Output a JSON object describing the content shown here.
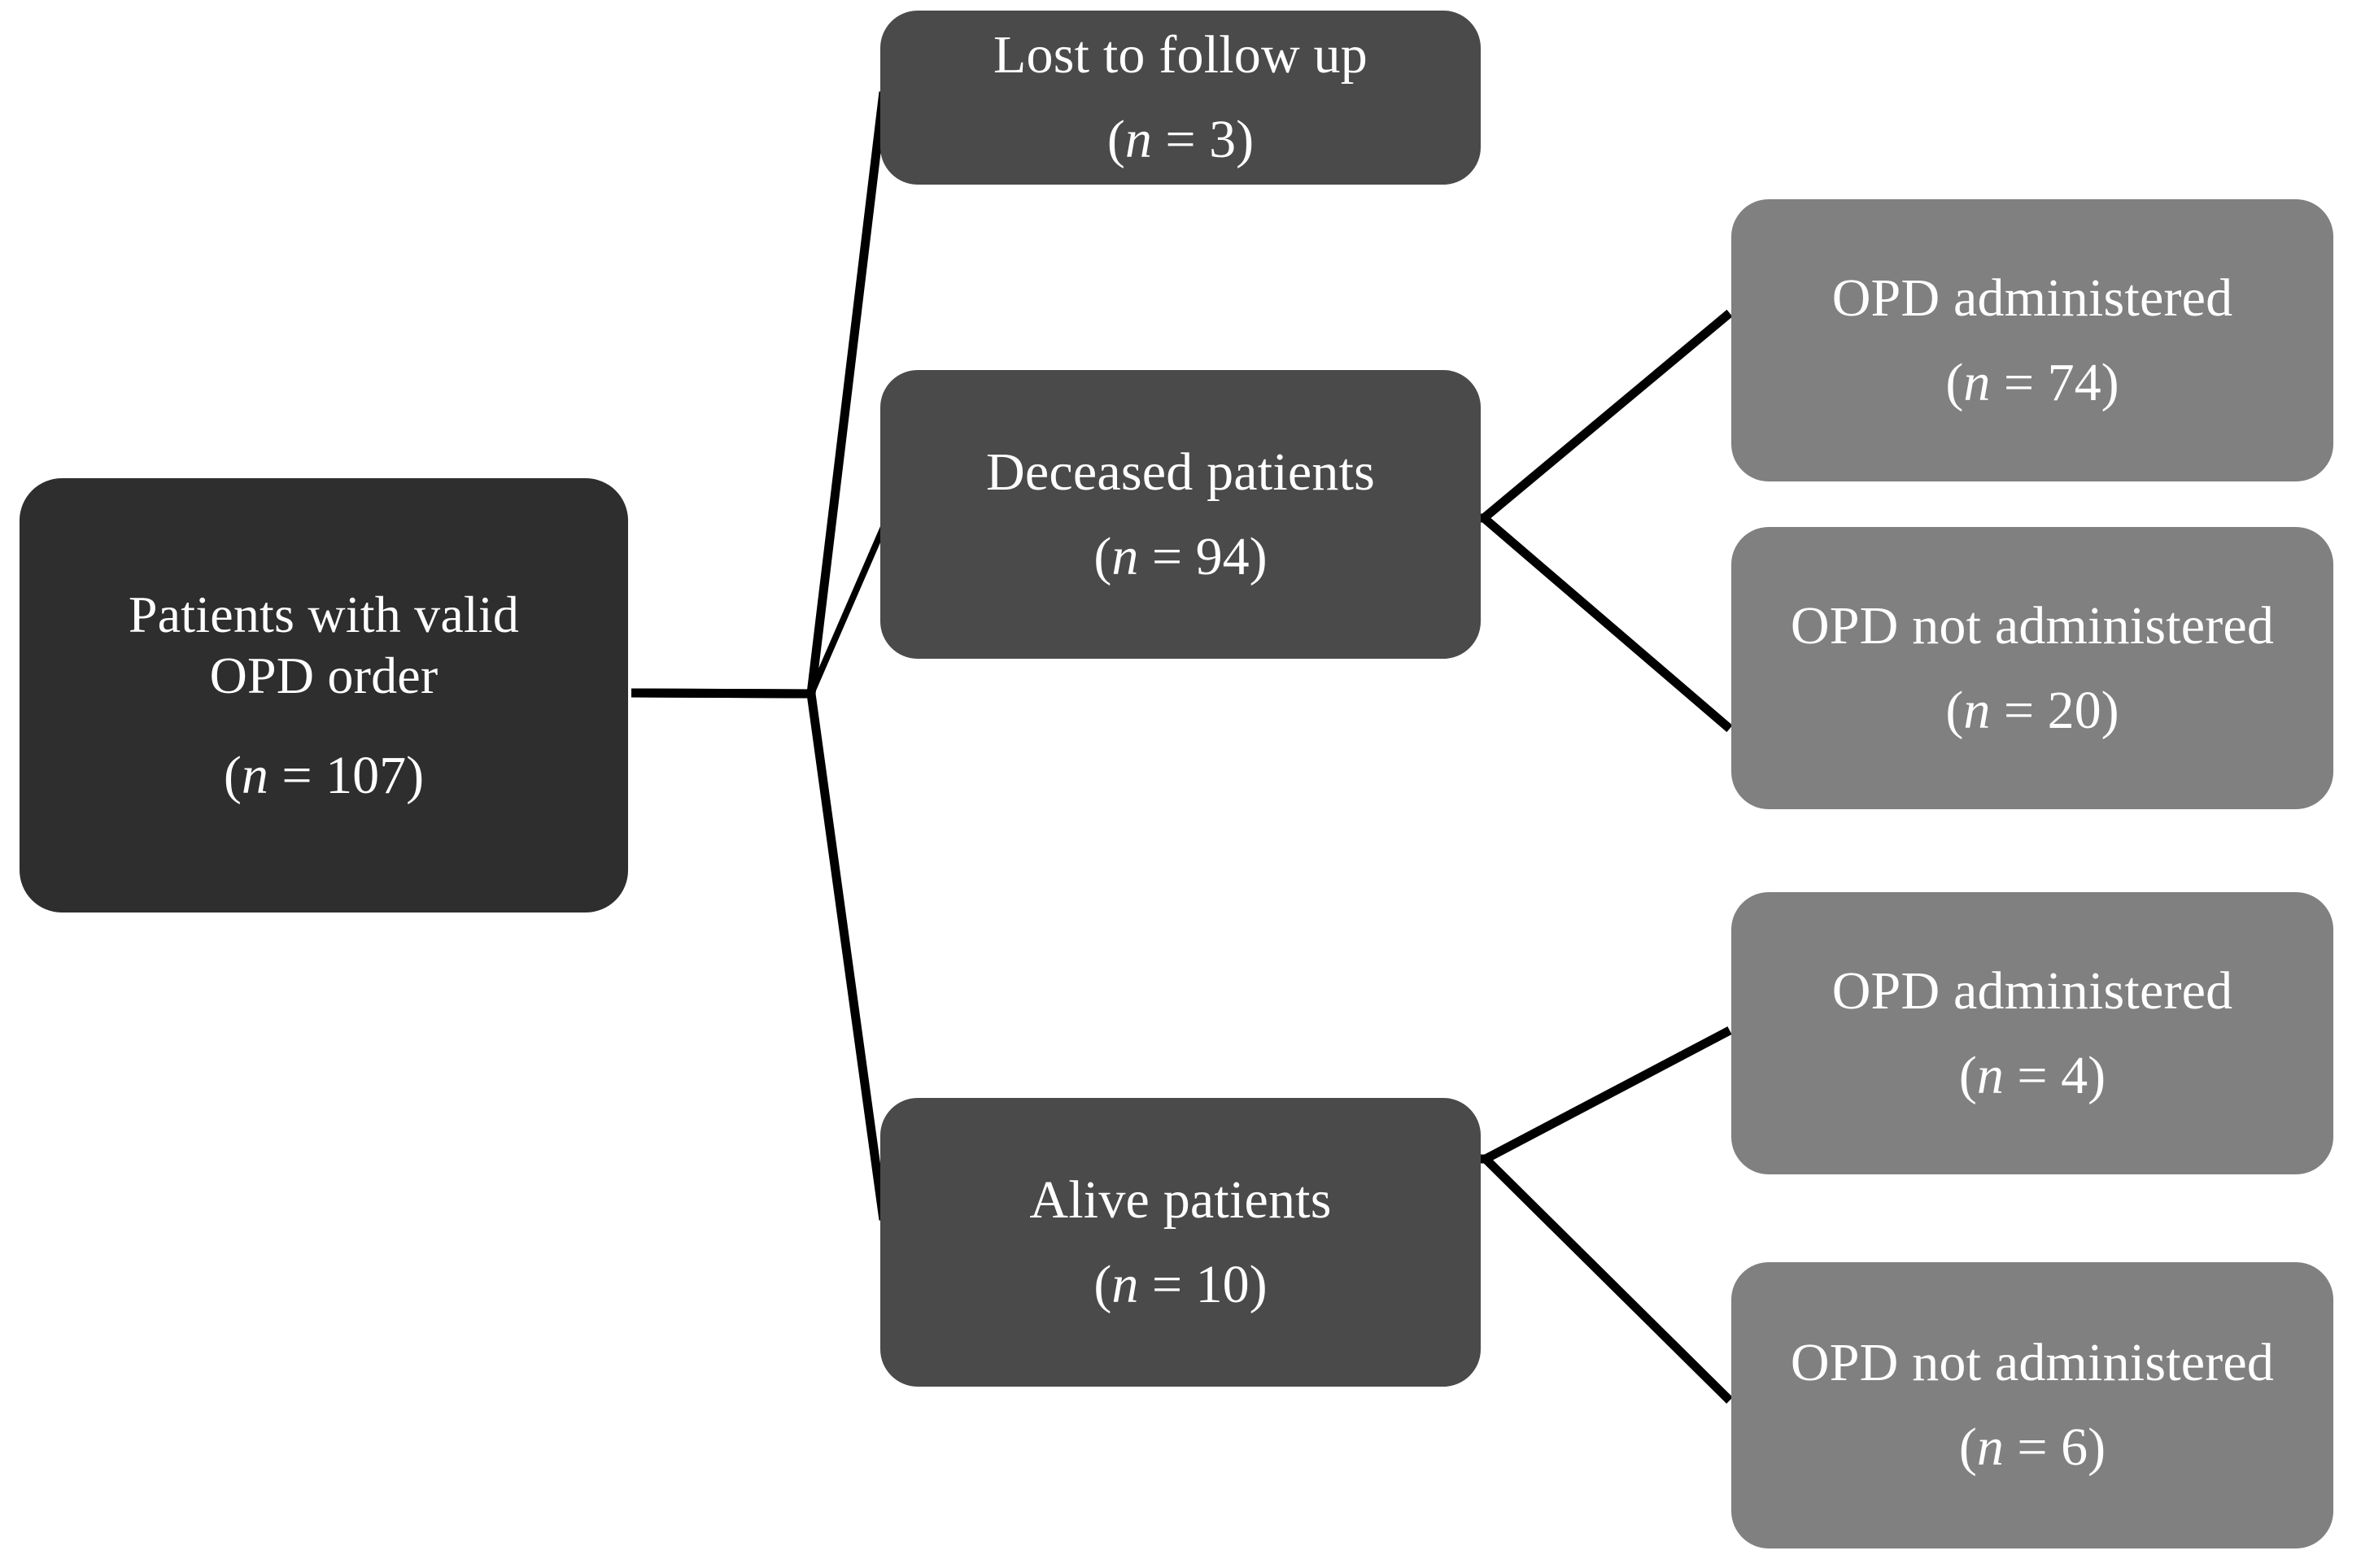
{
  "diagram": {
    "type": "flowchart",
    "orientation": "left-to-right",
    "background_color": "#ffffff",
    "connector_color": "#000000",
    "text_color": "#ffffff",
    "palette": {
      "root_fill": "#2e2e2e",
      "level2_fill": "#4a4a4a",
      "level3_fill": "#808080"
    },
    "nodes": {
      "root": {
        "label_line1": "Patients with valid",
        "label_line2": "OPD order",
        "count_prefix": "(",
        "count_n": "n",
        "count_eq": " = ",
        "count_value": "107",
        "count_suffix": ")",
        "count_text": "(n = 107)",
        "value": 107
      },
      "lost": {
        "label_line1": "Lost to follow up",
        "count_n": "n",
        "count_value": "3",
        "count_text": "(n = 3)",
        "value": 3
      },
      "deceased": {
        "label_line1": "Deceased patients",
        "count_n": "n",
        "count_value": "94",
        "count_text": "(n = 94)",
        "value": 94
      },
      "alive": {
        "label_line1": "Alive patients",
        "count_n": "n",
        "count_value": "10",
        "count_text": "(n = 10)",
        "value": 10
      },
      "deceased_opd_given": {
        "label_line1": "OPD administered",
        "count_n": "n",
        "count_value": "74",
        "count_text": "(n = 74)",
        "value": 74
      },
      "deceased_opd_not_given": {
        "label_line1": "OPD not administered",
        "count_n": "n",
        "count_value": "20",
        "count_text": "(n = 20)",
        "value": 20
      },
      "alive_opd_given": {
        "label_line1": "OPD administered",
        "count_n": "n",
        "count_value": "4",
        "count_text": "(n = 4)",
        "value": 4
      },
      "alive_opd_not_given": {
        "label_line1": "OPD not administered",
        "count_n": "n",
        "count_value": "6",
        "count_text": "(n = 6)",
        "value": 6
      }
    },
    "edges": [
      {
        "from": "root",
        "to": "lost"
      },
      {
        "from": "root",
        "to": "deceased"
      },
      {
        "from": "root",
        "to": "alive"
      },
      {
        "from": "deceased",
        "to": "deceased_opd_given"
      },
      {
        "from": "deceased",
        "to": "deceased_opd_not_given"
      },
      {
        "from": "alive",
        "to": "alive_opd_given"
      },
      {
        "from": "alive",
        "to": "alive_opd_not_given"
      }
    ]
  }
}
